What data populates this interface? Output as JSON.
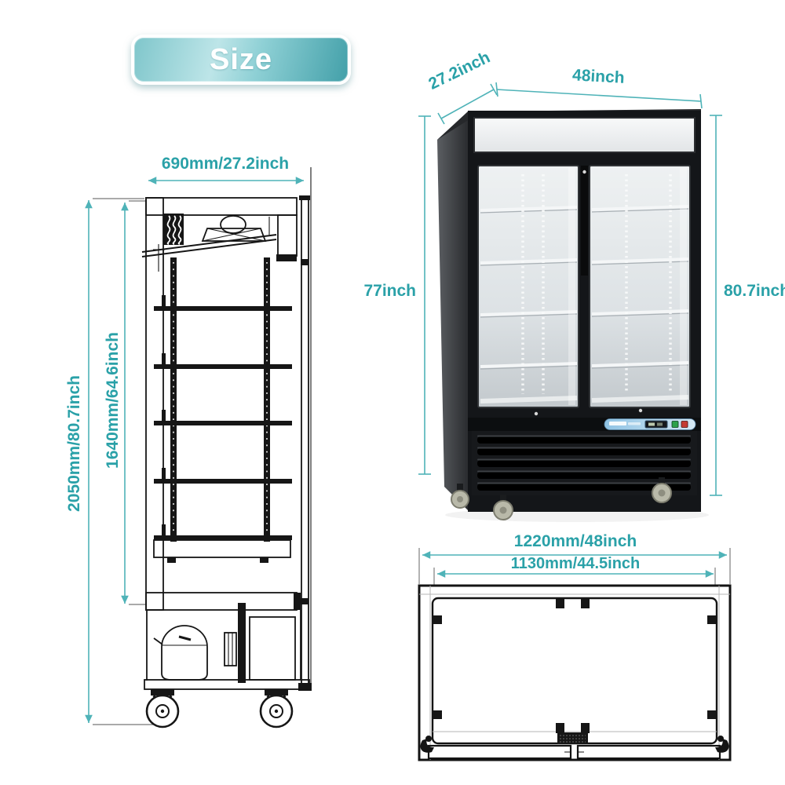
{
  "badge": {
    "label": "Size"
  },
  "colors": {
    "accent_teal_text": "#2aa1a8",
    "dimension_line": "#4fb3b8",
    "drawing_stroke": "#161616",
    "badge_gradient_start": "#7fc6cb",
    "badge_gradient_end": "#43a0a9"
  },
  "side_view": {
    "width": "690mm/27.2inch",
    "overall_height": "2050mm/80.7inch",
    "interior_height": "1640mm/64.6inch"
  },
  "front_view": {
    "depth": "27.2inch",
    "width": "48inch",
    "height_front": "77inch",
    "height_overall": "80.7inch"
  },
  "top_view": {
    "overall_width": "1220mm/48inch",
    "interior_width": "1130mm/44.5inch"
  }
}
